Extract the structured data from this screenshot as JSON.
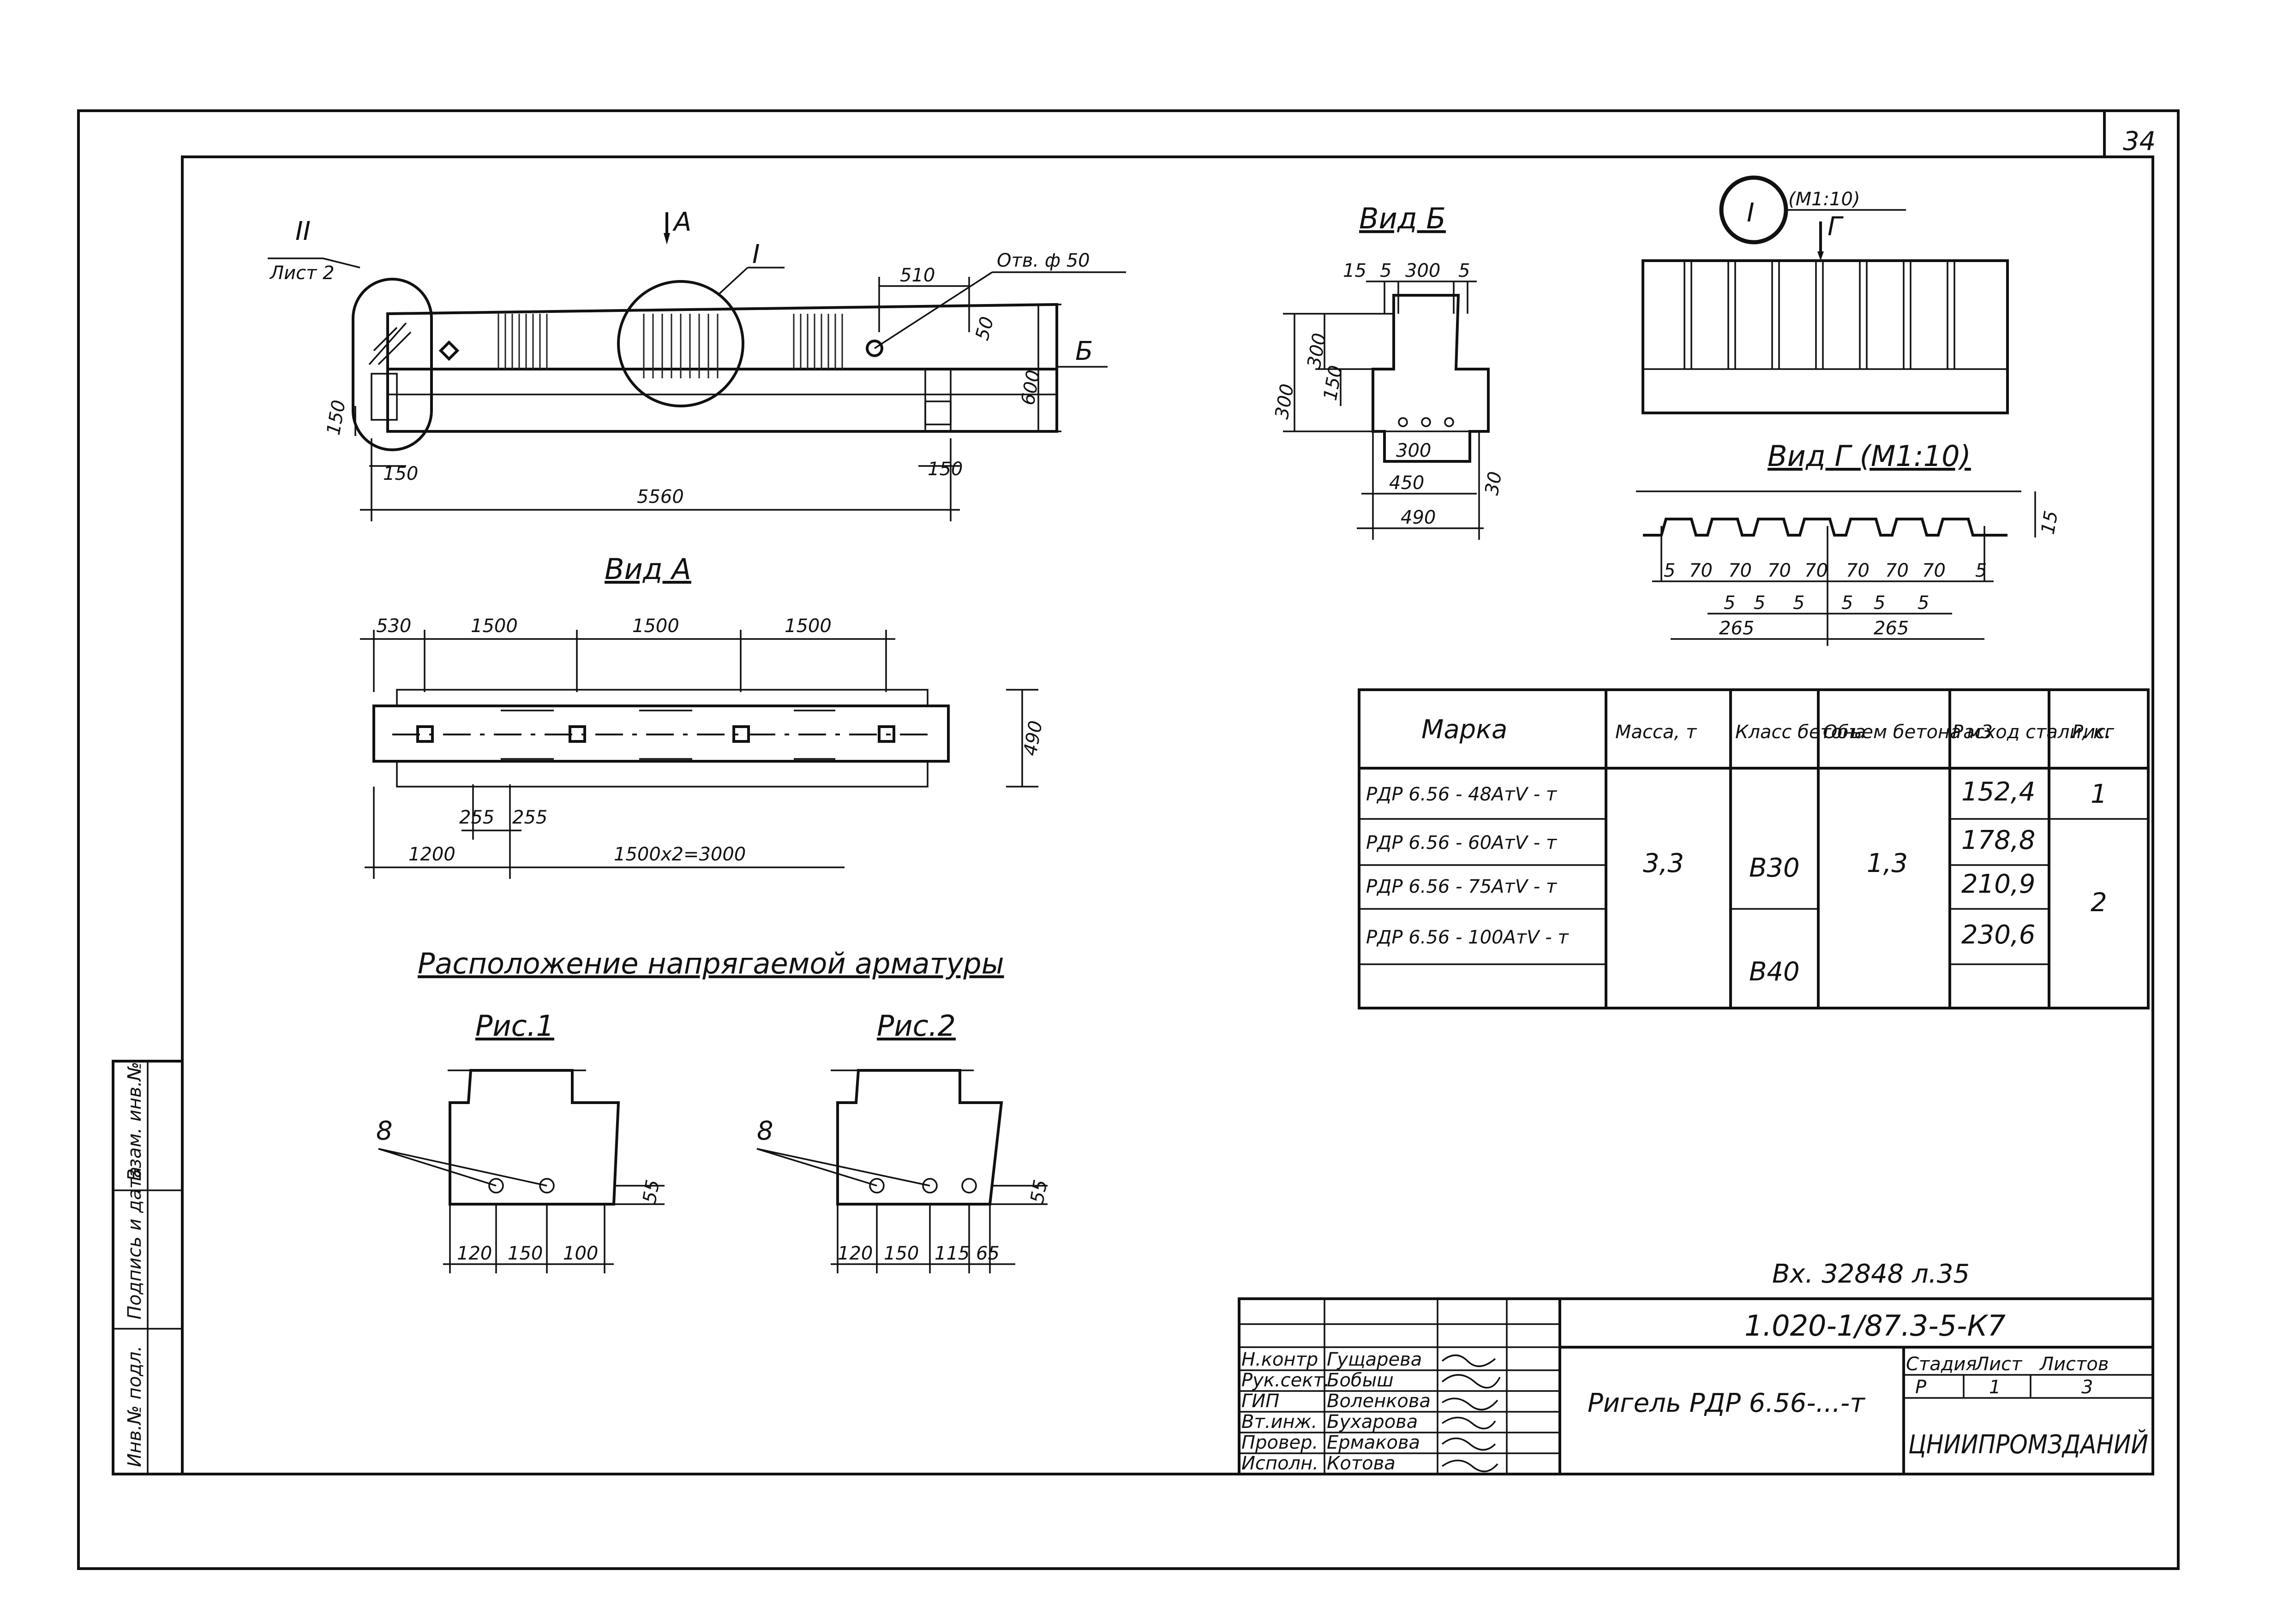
{
  "sheet": {
    "page_number": "34",
    "reference": "Вх. 32848 л.35"
  },
  "main_view": {
    "node_II": "II",
    "node_II_sheet": "Лист 2",
    "section_arrow": "А",
    "node_I": "I",
    "view_b": "Б",
    "hole_note": "Отв. ф 50",
    "dims": {
      "d510": "510",
      "d50": "50",
      "d600": "600",
      "d150": "150",
      "d150b": "150",
      "d150c": "150",
      "d5560": "5560"
    }
  },
  "view_a": {
    "title": "Вид А",
    "dims": {
      "d530": "530",
      "d1500a": "1500",
      "d1500b": "1500",
      "d1500c": "1500",
      "d490": "490",
      "d255a": "255",
      "d255b": "255",
      "d1200": "1200",
      "d3000": "1500х2=3000"
    }
  },
  "view_b": {
    "title": "Вид Б",
    "dims": {
      "d15": "15",
      "d5a": "5",
      "d300a": "300",
      "d5b": "5",
      "d300v": "300",
      "d300h": "300",
      "d150": "150",
      "d300b": "300",
      "d450": "450",
      "d490": "490",
      "d30": "30"
    }
  },
  "node_i": {
    "title": "I",
    "scale": "(М1:10)",
    "arrow": "Г"
  },
  "view_g": {
    "title": "Вид Г (М1:10)",
    "dims": [
      "5",
      "70",
      "70",
      "70",
      "70",
      "70",
      "70",
      "70",
      "5"
    ],
    "small": [
      "5",
      "5",
      "5",
      "5",
      "5",
      "5"
    ],
    "d265a": "265",
    "d265b": "265",
    "d15": "15"
  },
  "rebar": {
    "title": "Расположение напрягаемой арматуры",
    "fig1": {
      "title": "Рис.1",
      "callout": "8",
      "dims": [
        "120",
        "150",
        "100"
      ],
      "d55": "55"
    },
    "fig2": {
      "title": "Рис.2",
      "callout": "8",
      "dims": [
        "120",
        "150",
        "115",
        "65"
      ],
      "d55": "55"
    }
  },
  "spec_table": {
    "headers": [
      "Марка",
      "Масса, т",
      "Класс бетона",
      "Объем бетона м3",
      "Расход стали, кг",
      "Рис."
    ],
    "rows": [
      {
        "mark": "РДР 6.56 - 48АтV - т",
        "steel": "152,4",
        "fig": "1"
      },
      {
        "mark": "РДР 6.56 - 60АтV - т",
        "steel": "178,8",
        "fig": ""
      },
      {
        "mark": "РДР 6.56 - 75АтV - т",
        "steel": "210,9",
        "fig": ""
      },
      {
        "mark": "РДР 6.56 - 100АтV - т",
        "steel": "230,6",
        "fig": ""
      }
    ],
    "mass": "3,3",
    "concrete_a": "В30",
    "concrete_b": "В40",
    "volume": "1,3",
    "fig_merged": "2"
  },
  "side_stamp": [
    "Инв.№ подл.",
    "Подпись и дата",
    "Взам. инв.№"
  ],
  "title_block": {
    "doc_code": "1.020-1/87.3-5-К7",
    "name": "Ригель РДР 6.56-...-т",
    "stage_label": "Стадия",
    "sheet_label": "Лист",
    "sheets_label": "Листов",
    "stage": "Р",
    "sheet": "1",
    "sheets": "3",
    "org": "ЦНИИПРОМЗДАНИЙ",
    "people": [
      {
        "role": "Н.контр",
        "name": "Гущарева"
      },
      {
        "role": "Рук.сект.",
        "name": "Бобыш"
      },
      {
        "role": "ГИП",
        "name": "Воленкова"
      },
      {
        "role": "Вт.инж.",
        "name": "Бухарова"
      },
      {
        "role": "Провер.",
        "name": "Ермакова"
      },
      {
        "role": "Исполн.",
        "name": "Котова"
      }
    ]
  }
}
